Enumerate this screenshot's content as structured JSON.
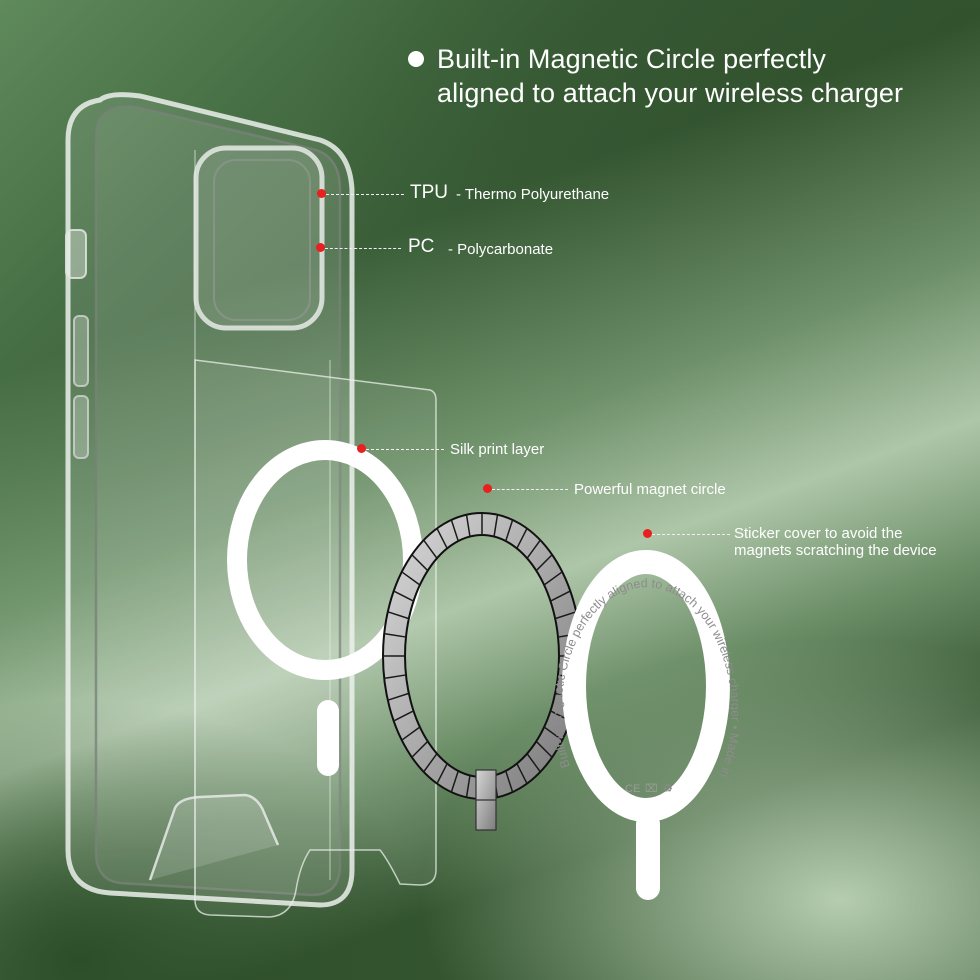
{
  "headline": {
    "bullet_icon": "filled-circle-bullet",
    "line1": "Built-in Magnetic Circle perfectly",
    "line2": "aligned to attach your wireless charger"
  },
  "callouts": {
    "tpu": {
      "code": "TPU",
      "desc": "- Thermo Polyurethane"
    },
    "pc": {
      "code": "PC",
      "desc": "- Polycarbonate"
    },
    "silk": {
      "label": "Silk print layer"
    },
    "magnet": {
      "label": "Powerful magnet circle"
    },
    "sticker": {
      "line1": "Sticker cover to avoid the",
      "line2": "magnets scratching the device"
    }
  },
  "sticker_ring": {
    "arc_text": "Built-in Magnetic Circle perfectly aligned to attach your wireless charger • Made in China •",
    "marks": [
      "CE",
      "weee-bin-icon",
      "recycle-icon"
    ]
  },
  "colors": {
    "background_dark": "#33542f",
    "background_light": "#c4dabe",
    "callout_dot": "#e8201f",
    "text": "#ffffff",
    "magnet_segment": "#a8a8a8"
  }
}
